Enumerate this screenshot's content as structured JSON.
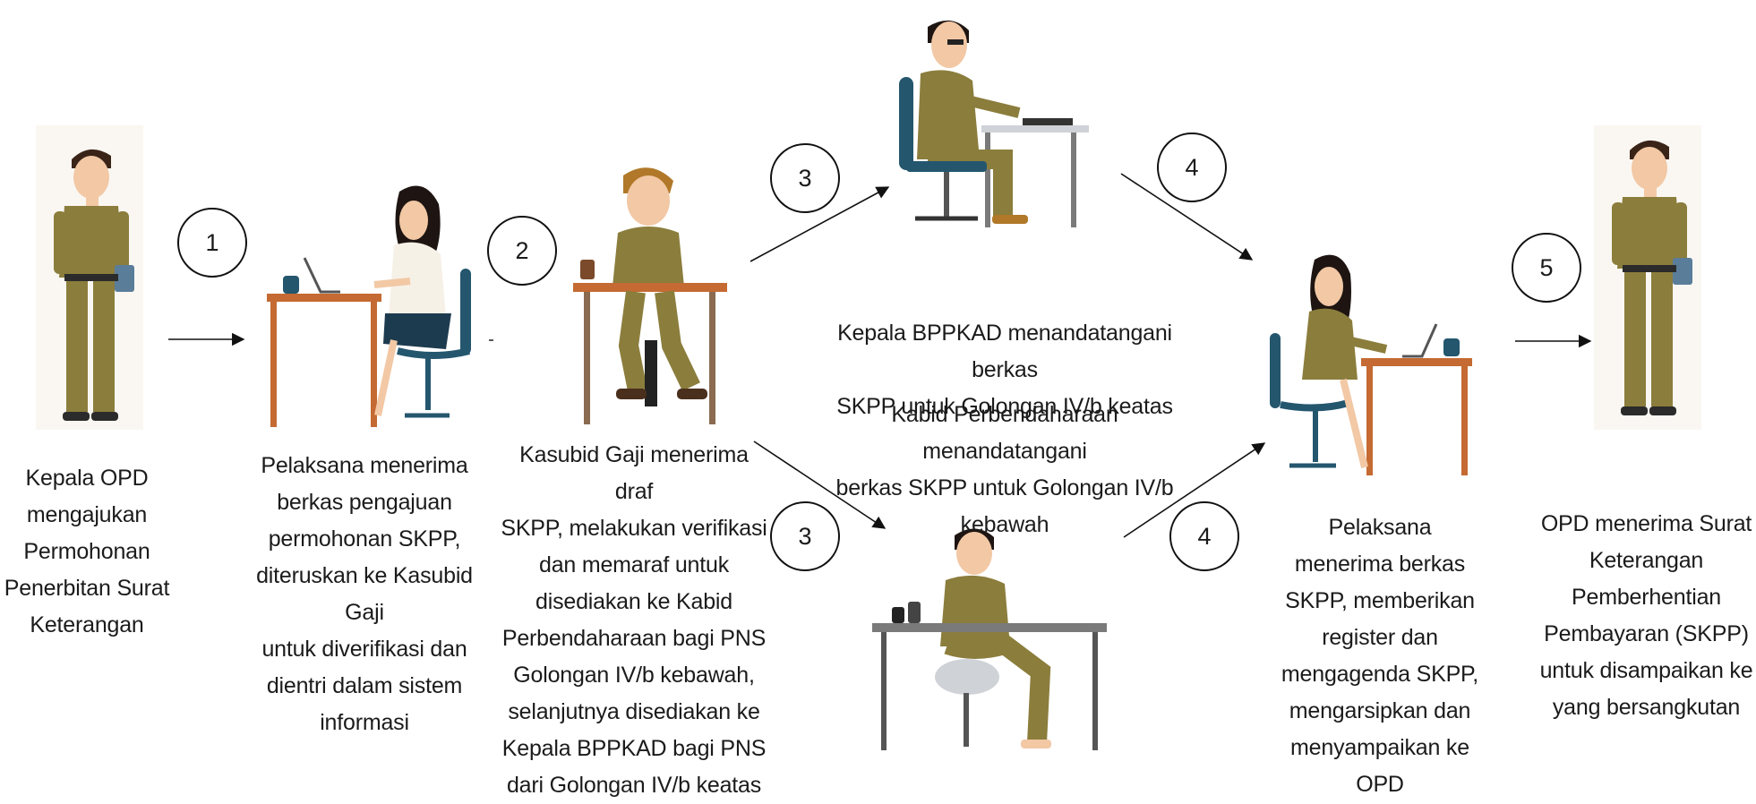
{
  "colors": {
    "uniform": "#8b7d3c",
    "uniform_dark": "#6f6330",
    "skin": "#f2c8a5",
    "hair": "#3a2418",
    "desk_wood": "#c46a32",
    "desk_grey": "#7a7a7a",
    "chair_blue": "#24566e",
    "line": "#111111"
  },
  "steps": [
    {
      "number": "1"
    },
    {
      "number": "2"
    },
    {
      "number": "3"
    },
    {
      "number": "3"
    },
    {
      "number": "4"
    },
    {
      "number": "4"
    },
    {
      "number": "5"
    }
  ],
  "texts": {
    "opd_head": [
      "Kepala OPD",
      "mengajukan",
      "Permohonan",
      "Penerbitan Surat",
      "Keterangan"
    ],
    "clerk": [
      "Pelaksana menerima",
      "berkas pengajuan",
      "permohonan SKPP,",
      "diteruskan ke Kasubid Gaji",
      "untuk diverifikasi dan",
      "dientri dalam sistem",
      "informasi"
    ],
    "kasubid": [
      "Kasubid Gaji menerima draf",
      "SKPP, melakukan verifikasi",
      "dan memaraf untuk",
      "disediakan ke Kabid",
      "Perbendaharaan bagi PNS",
      "Golongan IV/b kebawah,",
      "selanjutnya disediakan ke",
      "Kepala BPPKAD bagi PNS",
      "dari Golongan IV/b keatas"
    ],
    "kepala_bppkad": [
      "Kepala BPPKAD menandatangani berkas",
      "SKPP untuk Golongan IV/b keatas"
    ],
    "kabid": [
      "Kabid Perbendaharaan menandatangani",
      "berkas SKPP untuk Golongan IV/b",
      "kebawah"
    ],
    "clerk_register": [
      "Pelaksana",
      "menerima berkas",
      "SKPP, memberikan",
      "register dan",
      "mengagenda SKPP,",
      "mengarsipkan dan",
      "menyampaikan ke",
      "OPD"
    ],
    "opd_receive": [
      "OPD menerima Surat",
      "Keterangan",
      "Pemberhentian",
      "Pembayaran (SKPP)",
      "untuk disampaikan ke",
      "yang bersangkutan"
    ]
  }
}
